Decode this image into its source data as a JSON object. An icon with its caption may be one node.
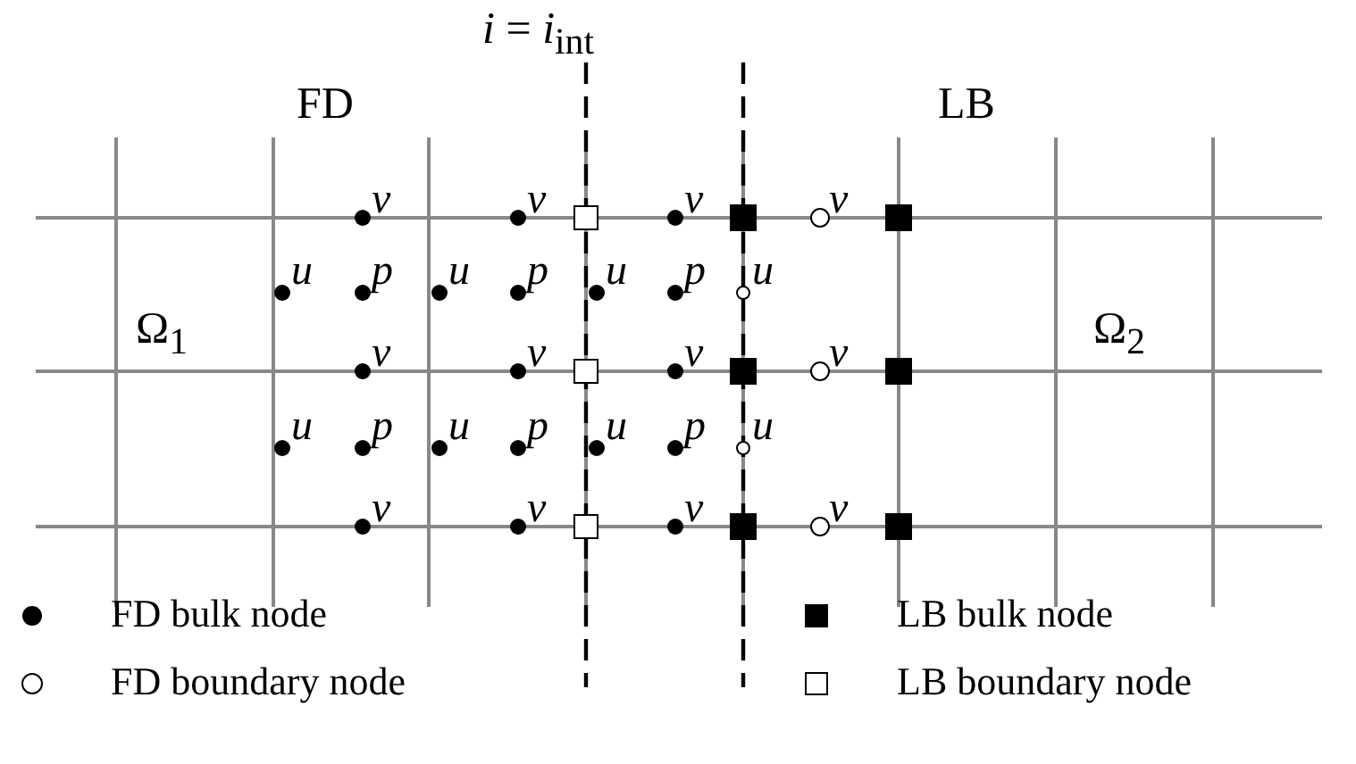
{
  "diagram": {
    "labels": [
      "*i* = *i*$_{int}$",
      "FD",
      "LB",
      "v",
      "v",
      "v",
      "v",
      "u",
      "p",
      "u",
      "p",
      "u",
      "p",
      "u",
      "Ω$_{1}$",
      "Ω$_{2}$",
      "v",
      "v",
      "v",
      "v",
      "u",
      "p",
      "u",
      "p",
      "u",
      "p",
      "u",
      "v",
      "v",
      "v",
      "v"
    ],
    "legend": [
      {
        "text": "FD bulk node"
      },
      {
        "text": "LB bulk node"
      },
      {
        "text": "FD boundary node"
      },
      {
        "text": "LB boundary node"
      }
    ]
  }
}
